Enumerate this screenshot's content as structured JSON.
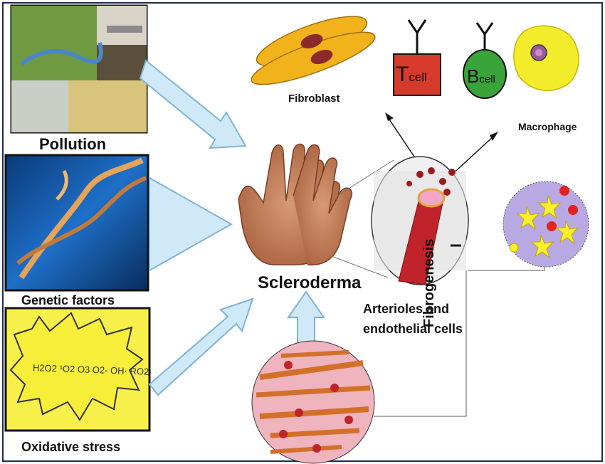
{
  "labels": {
    "pollution": "Pollution",
    "genetic_factors": "Genetic factors",
    "oxidative_stress": "Oxidative stress",
    "scleroderma": "Scleroderma",
    "fibroblast": "Fibroblast",
    "macrophage": "Macrophage",
    "arterioles": "Arterioles and endothelial cells",
    "fibrogenesis": "Fibrogenesis",
    "formula": "H2O2 ¹O2 O3 O2- OH· RO2·"
  },
  "cells": {
    "t_big": "T",
    "t_small": "cell",
    "b_big": "B",
    "b_small": "cell"
  },
  "colors": {
    "arrow_fill": "#cfe9f8",
    "arrow_stroke": "#7fb3d5",
    "fibroblast": "#f2b21b",
    "tcell": "#d63a2a",
    "bcell": "#3aa33a",
    "macrophage": "#f3ec2a",
    "frame": "#1d2a4a"
  }
}
